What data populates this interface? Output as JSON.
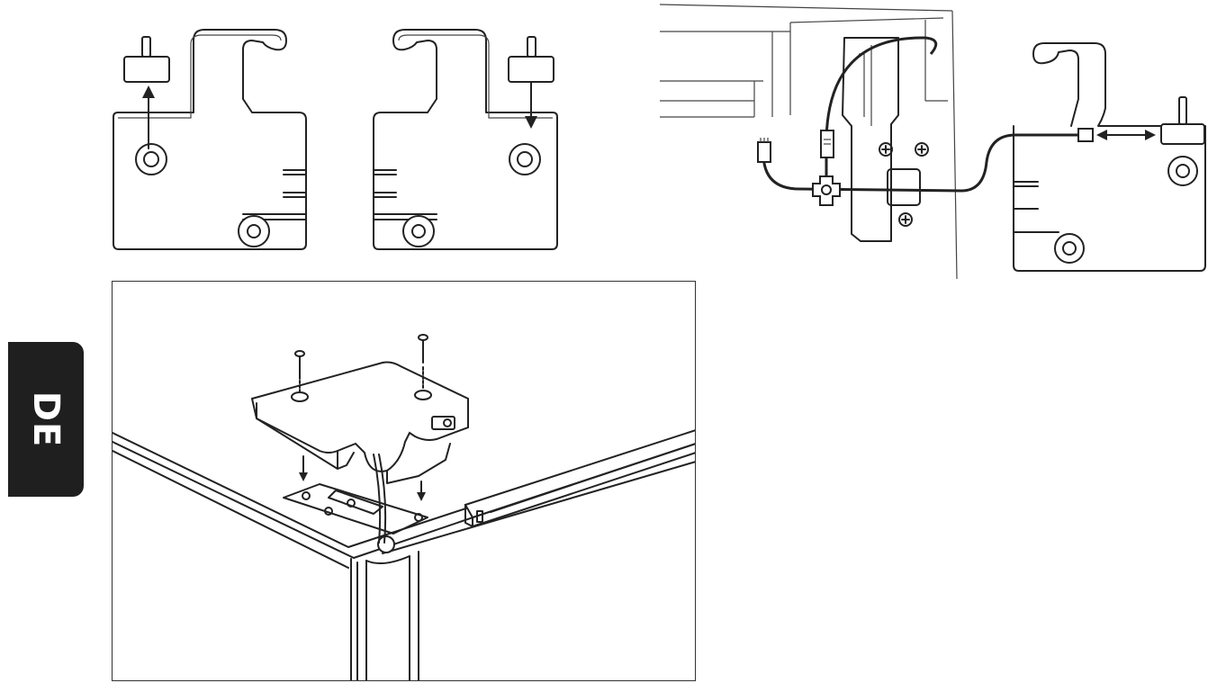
{
  "language_tab": {
    "label": "DE"
  },
  "figures": {
    "bracket_left": "hinge-cover-remove",
    "bracket_right": "hinge-cover-install",
    "wiring": "cable-connection-detail",
    "assembly": "top-cover-screw-mounting"
  },
  "colors": {
    "line": "#222222",
    "tab": "#1f1f1f",
    "background": "#ffffff"
  }
}
